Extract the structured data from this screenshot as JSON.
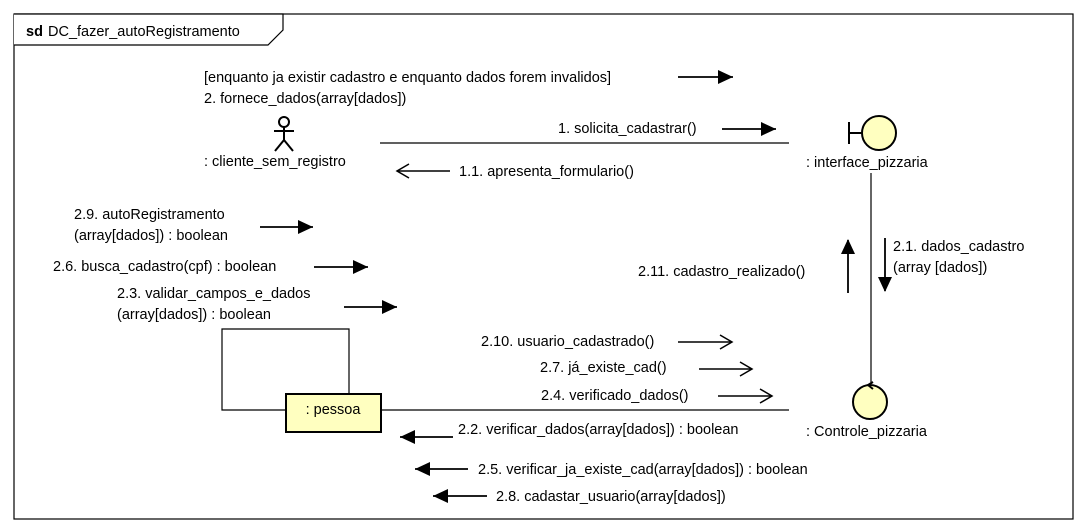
{
  "frame": {
    "keyword": "sd",
    "name": "DC_fazer_autoRegistramento"
  },
  "guard": {
    "line1": "[enquanto ja existir cadastro e enquanto dados forem invalidos]",
    "line2": "2. fornece_dados(array[dados])"
  },
  "participants": {
    "actor": ": cliente_sem_registro",
    "boundary": ": interface_pizzaria",
    "control": ": Controle_pizzaria",
    "entity": ": pessoa"
  },
  "messages": {
    "m1": "1. solicita_cadastrar()",
    "m1_1": "1.1. apresenta_formulario()",
    "m2_1a": "2.1. dados_cadastro",
    "m2_1b": "(array [dados])",
    "m2_11": "2.11. cadastro_realizado()",
    "m2_9a": "2.9. autoRegistramento",
    "m2_9b": "(array[dados]) : boolean",
    "m2_6": "2.6. busca_cadastro(cpf) : boolean",
    "m2_3a": "2.3. validar_campos_e_dados",
    "m2_3b": "(array[dados]) : boolean",
    "m2_10": "2.10. usuario_cadastrado()",
    "m2_7": "2.7. já_existe_cad()",
    "m2_4": "2.4. verificado_dados()",
    "m2_2": "2.2. verificar_dados(array[dados]) : boolean",
    "m2_5": "2.5. verificar_ja_existe_cad(array[dados]) : boolean",
    "m2_8": "2.8. cadastar_usuario(array[dados])"
  },
  "colors": {
    "element_fill": "#FFFFC0",
    "line": "#000000"
  }
}
